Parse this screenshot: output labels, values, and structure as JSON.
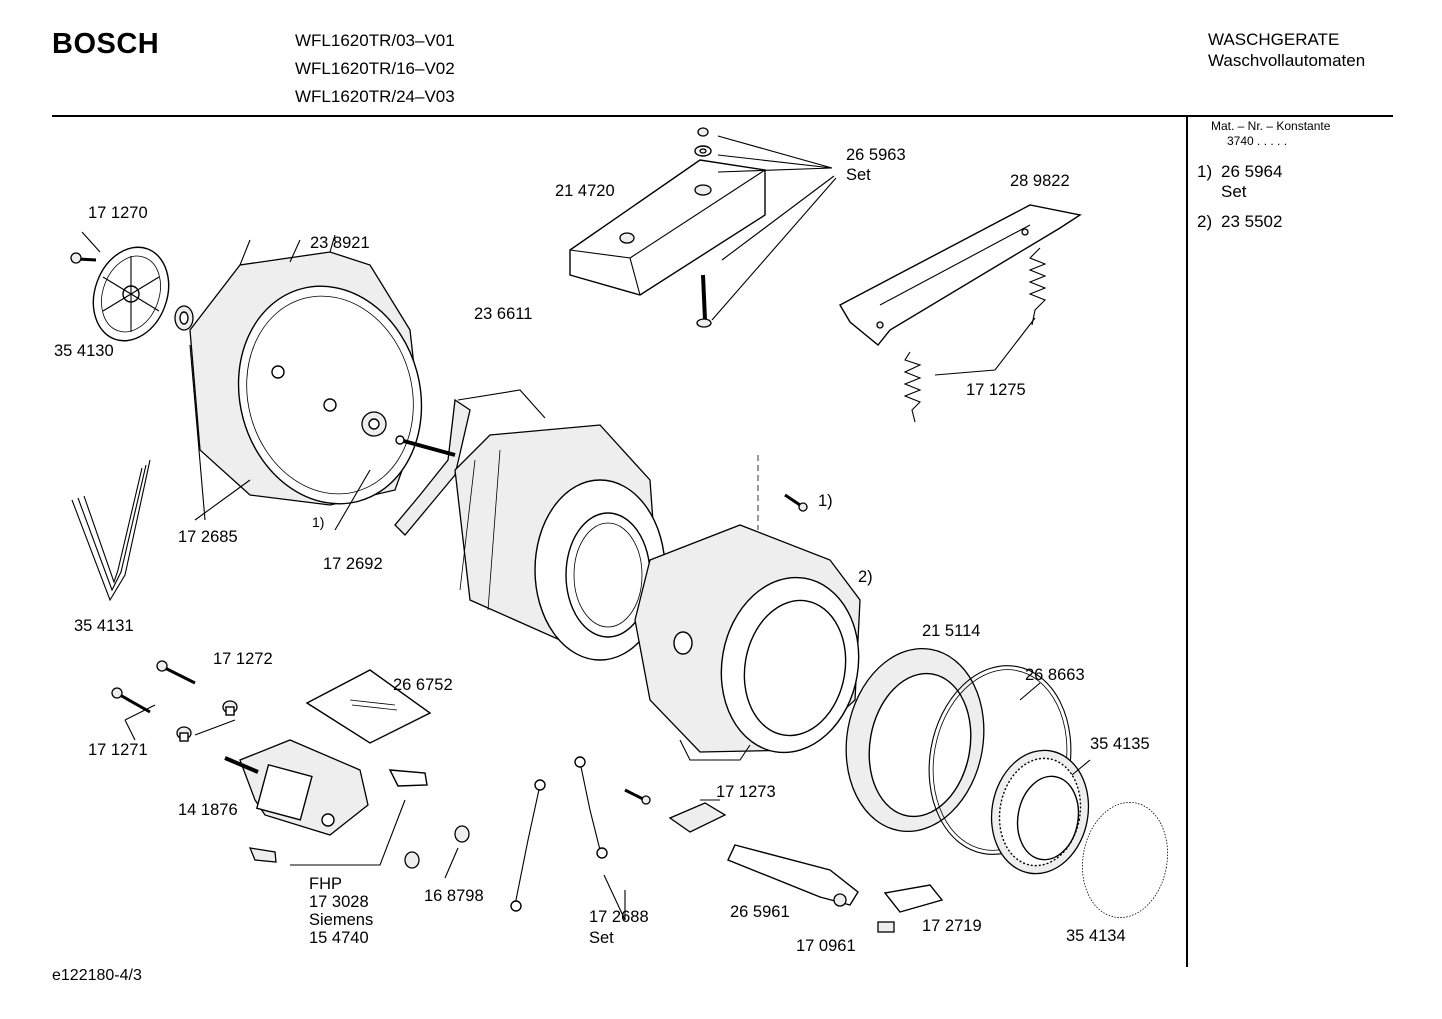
{
  "header": {
    "brand": "BOSCH",
    "models": [
      "WFL1620TR/03–V01",
      "WFL1620TR/16–V02",
      "WFL1620TR/24–V03"
    ],
    "category": "WASCHGERATE",
    "subcategory": "Waschvollautomaten"
  },
  "reference_panel": {
    "header": "Mat. – Nr. – Konstante",
    "constant": "3740  .   .   .   .   .",
    "notes": [
      {
        "marker": "1)",
        "line1": "26 5964",
        "line2": "Set"
      },
      {
        "marker": "2)",
        "line1": "23 5502",
        "line2": ""
      }
    ]
  },
  "part_labels": {
    "p171270": "17 1270",
    "p354130": "35 4130",
    "p238921": "23 8921",
    "p214720": "21 4720",
    "p265963": "26 5963",
    "set_a": "Set",
    "p289822": "28 9822",
    "p236611": "23 6611",
    "p171275": "17 1275",
    "marker1_left": "1)",
    "marker1_right": "1)",
    "marker2": "2)",
    "p172685": "17 2685",
    "p172692": "17 2692",
    "p354131": "35 4131",
    "p171272": "17 1272",
    "p266752": "26 6752",
    "p215114": "21 5114",
    "p268663": "26 8663",
    "p171271": "17 1271",
    "p354135": "35 4135",
    "p141876": "14 1876",
    "p171273": "17 1273",
    "fhp": "FHP",
    "p173028": "17 3028",
    "siemens": "Siemens",
    "p154740": "15 4740",
    "p168798": "16 8798",
    "p172688": "17 2688",
    "set_b": "Set",
    "p265961": "26 5961",
    "p172719": "17 2719",
    "p354134": "35 4134",
    "p170961": "17 0961"
  },
  "footer": {
    "code": "e122180-4/3"
  }
}
